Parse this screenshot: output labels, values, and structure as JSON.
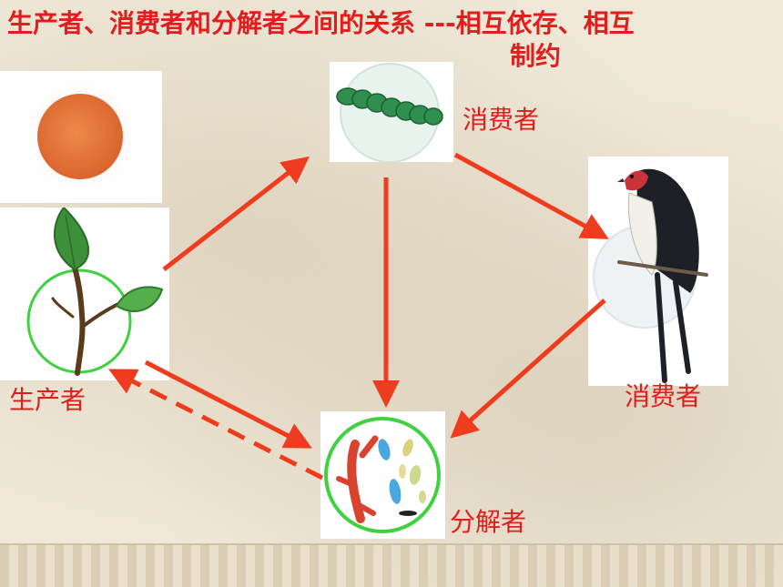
{
  "title": {
    "line1": "生产者、消费者和分解者之间的关系 ---相互依存、相互",
    "line2": "制约"
  },
  "labels": {
    "producer": "生产者",
    "consumer_top": "消费者",
    "consumer_right": "消费者",
    "decomposer": "分解者"
  },
  "icons": [
    "sun-icon",
    "plant-icon",
    "caterpillar-icon",
    "swallow-icon",
    "bacteria-icon"
  ],
  "colors": {
    "accent": "#e11d1d",
    "arrow": "#f03c1e",
    "ring": "#3fd13f",
    "sun": "#e07a35"
  }
}
